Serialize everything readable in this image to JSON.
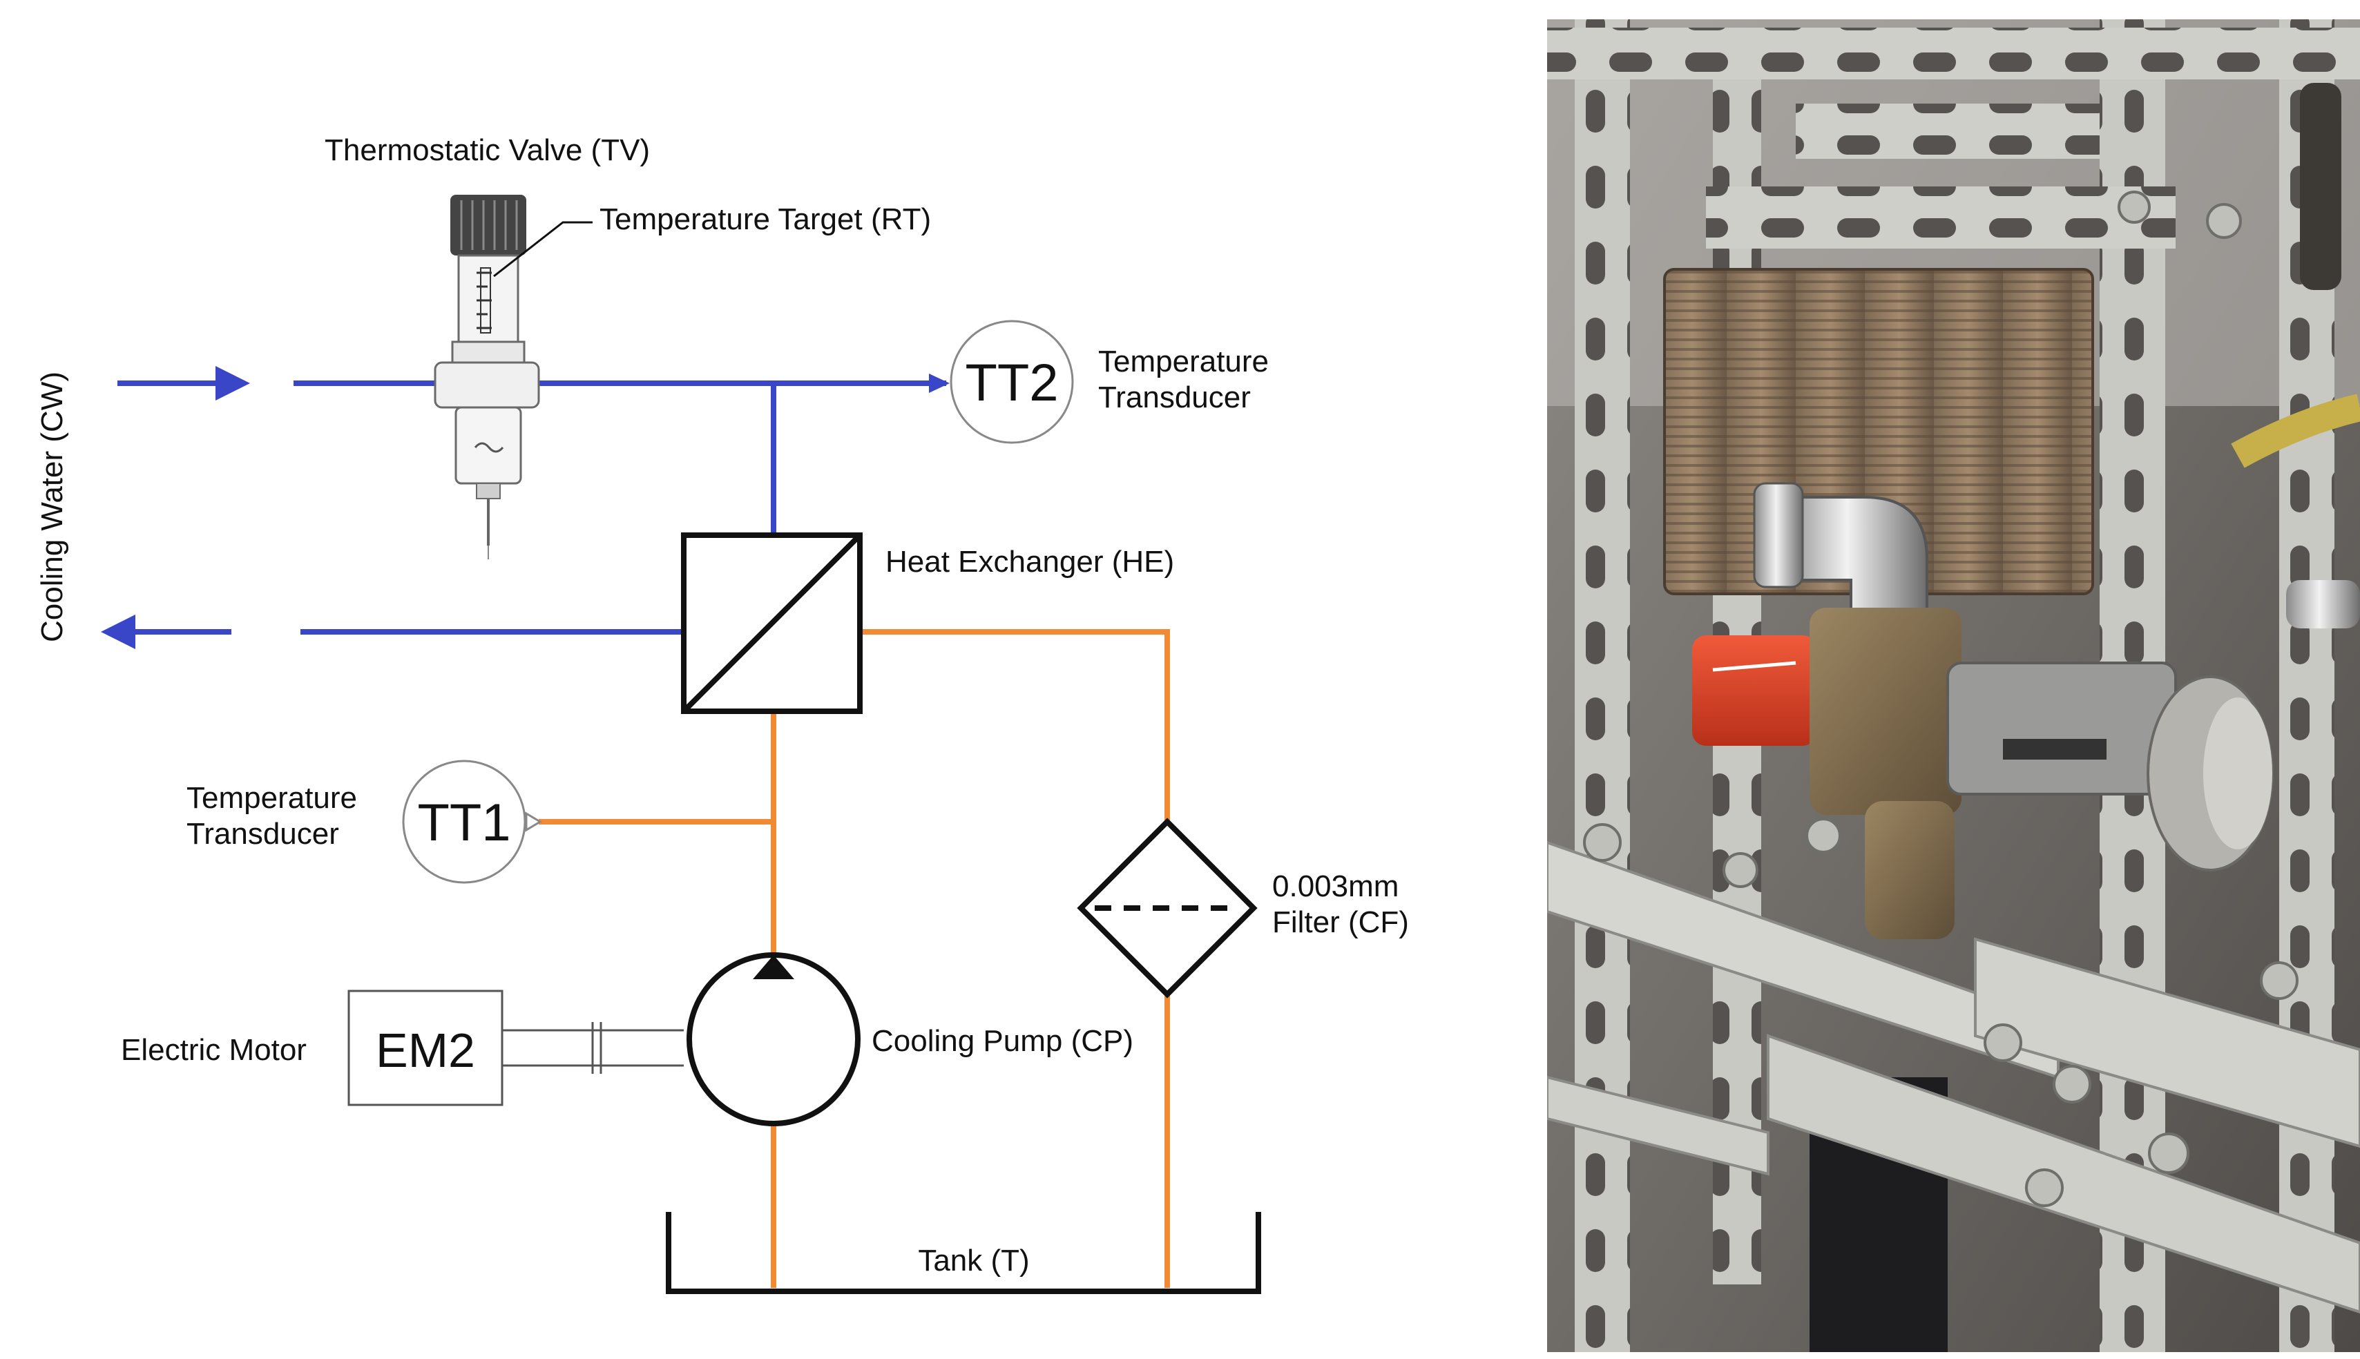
{
  "schematic": {
    "cooling_water_label": "Cooling Water (CW)",
    "thermostatic_valve_label": "Thermostatic Valve (TV)",
    "temperature_target_label": "Temperature Target (RT)",
    "tt2": {
      "tag": "TT2",
      "label_line1": "Temperature",
      "label_line2": "Transducer"
    },
    "heat_exchanger_label": "Heat Exchanger (HE)",
    "tt1": {
      "tag": "TT1",
      "label_line1": "Temperature",
      "label_line2": "Transducer"
    },
    "filter": {
      "label_line1": "0.003mm",
      "label_line2": "Filter (CF)"
    },
    "electric_motor": {
      "tag": "EM2",
      "label": "Electric Motor"
    },
    "cooling_pump_label": "Cooling Pump (CP)",
    "tank_label": "Tank (T)",
    "colors": {
      "cooling_water_line": "#3a46c8",
      "coolant_line": "#f08a35",
      "symbol_stroke": "#111111"
    }
  },
  "photo": {
    "icon": "photo-of-cooling-assembly"
  }
}
